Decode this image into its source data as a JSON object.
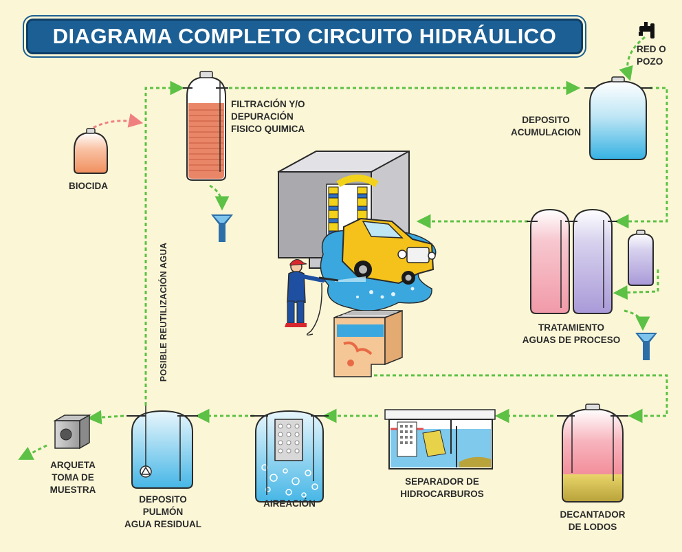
{
  "title": "DIAGRAMA COMPLETO CIRCUITO HIDRÁULICO",
  "vertical_label": "POSIBLE REUTILIZACIÓN AGUA",
  "labels": {
    "red_pozo": [
      "RED O",
      "POZO"
    ],
    "filtracion": [
      "FILTRACIÓN Y/O",
      "DEPURACIÓN",
      "FISICO QUIMICA"
    ],
    "biocida": [
      "BIOCIDA"
    ],
    "deposito_acumulacion": [
      "DEPOSITO",
      "ACUMULACION"
    ],
    "tratamiento": [
      "TRATAMIENTO",
      "AGUAS DE PROCESO"
    ],
    "arqueta": [
      "ARQUETA",
      "TOMA DE",
      "MUESTRA"
    ],
    "deposito_pulmon": [
      "DEPOSITO",
      "PULMÓN",
      "AGUA RESIDUAL"
    ],
    "aireacion": [
      "AIREACIÓN"
    ],
    "separador": [
      "SEPARADOR DE",
      "HIDROCARBUROS"
    ],
    "decantador": [
      "DECANTADOR",
      "DE LODOS"
    ]
  },
  "colors": {
    "background": "#fbf6d6",
    "title_bg": "#1c5f94",
    "flow_arrow": "#5cc144",
    "biocide_arrow": "#f08080",
    "drain_icon": "#2b6ea8",
    "car_body": "#f4c21a",
    "water": "#3aa8df"
  },
  "icons": [
    "tap-icon",
    "drain-icon",
    "car-wash-illustration",
    "worker-illustration",
    "sampling-box-icon"
  ]
}
